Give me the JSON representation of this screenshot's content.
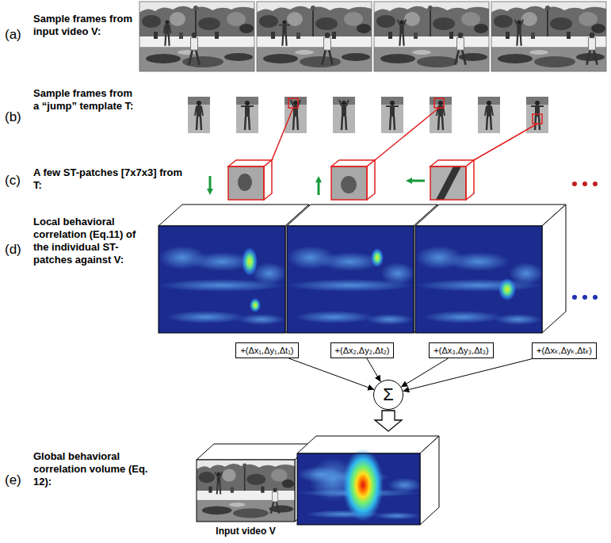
{
  "diagram": {
    "nodes": [
      {
        "text": [
          "+(Δx₁,Δy₁,Δt₁)"
        ]
      },
      {
        "text": [
          "+(Δx₂,Δy₂,Δt₂)"
        ]
      },
      {
        "text": [
          "+(Δx₃,Δy₃,Δt₃)"
        ]
      },
      {
        "text": [
          "+(Δxₖ,Δyₖ,Δtₖ)"
        ]
      },
      {
        "text": [
          "Σ"
        ]
      }
    ],
    "edges": [
      {
        "from": 0,
        "to": 4,
        "arrow": "to"
      },
      {
        "from": 1,
        "to": 4,
        "arrow": "to"
      },
      {
        "from": 2,
        "to": 4,
        "arrow": "to"
      },
      {
        "from": 3,
        "to": 4,
        "arrow": "to"
      }
    ],
    "labels": [
      "(a)",
      "Sample frames from input video V:",
      "(b)",
      "Sample frames from a “jump” template T:",
      "(c)",
      "A few ST-patches [7x7x3] from T:",
      "(d)",
      "Local behavioral correlation (Eq.11) of the individual ST-patches against V:",
      "(e)",
      "Global behavioral correlation volume (Eq. 12):",
      "Input video V"
    ]
  }
}
